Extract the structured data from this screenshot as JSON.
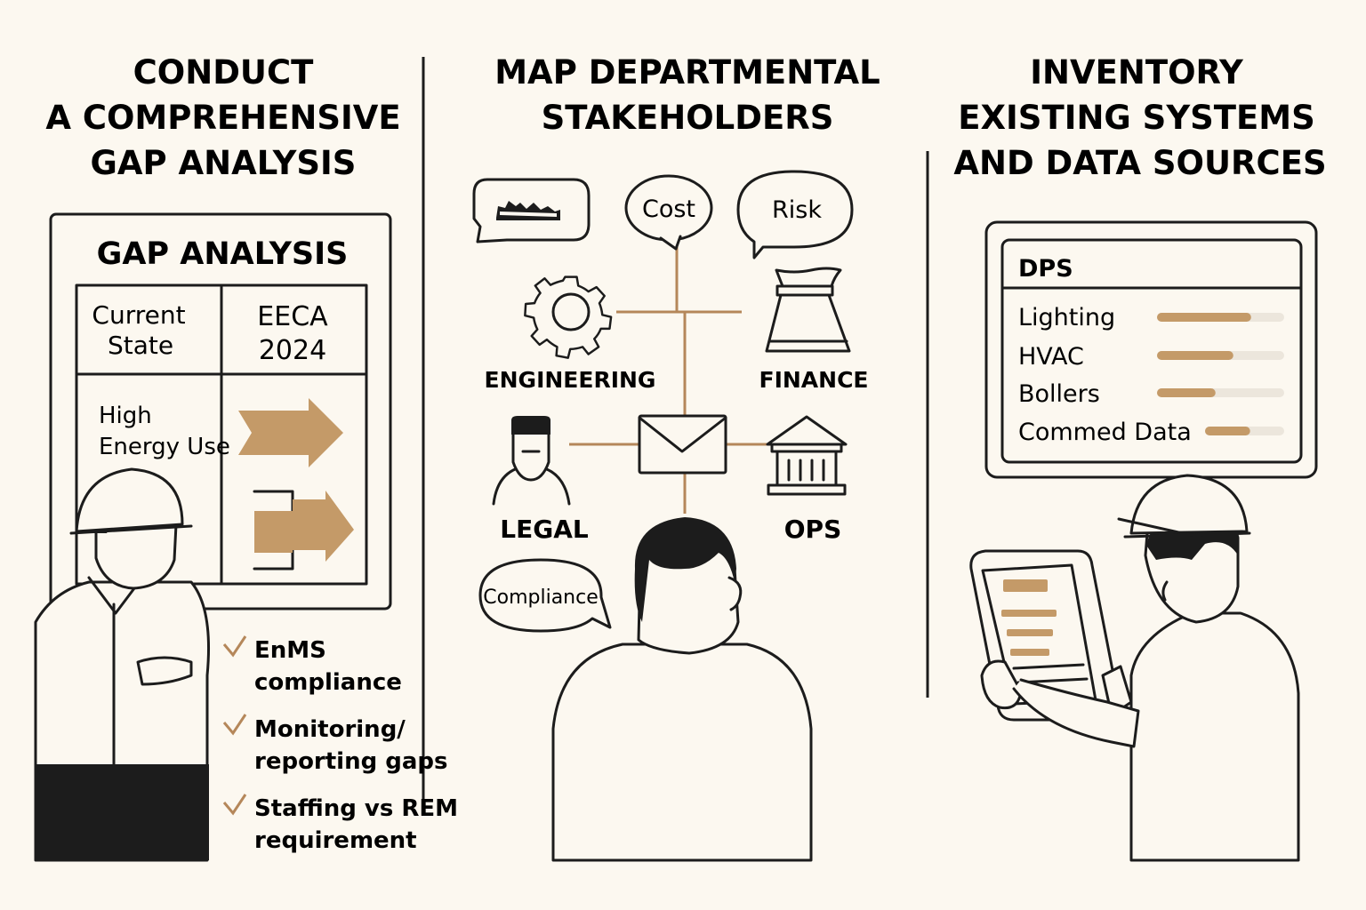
{
  "colors": {
    "ink": "#1c1c1c",
    "accent": "#c49a68",
    "paper": "#fcf8f0",
    "track": "#ece6dc"
  },
  "panel1": {
    "title": [
      "CONDUCT",
      "A COMPREHENSIVE",
      "GAP ANALYSIS"
    ],
    "board_title": "GAP ANALYSIS",
    "col_current": [
      "Current",
      "State"
    ],
    "col_target": [
      "EECA",
      "2024"
    ],
    "row_label": [
      "High",
      "Energy Use"
    ],
    "checklist": [
      {
        "lines": [
          "EnMS",
          "compliance"
        ]
      },
      {
        "lines": [
          "Monitoring/",
          "reporting gaps"
        ]
      },
      {
        "lines": [
          "Staffing vs REM",
          "requirement"
        ]
      }
    ]
  },
  "panel2": {
    "title": [
      "MAP DEPARTMENTAL",
      "STAKEHOLDERS"
    ],
    "bubble_cost": "Cost",
    "bubble_risk": "Risk",
    "bubble_compliance": "Compliance",
    "dept_engineering": "ENGINEERING",
    "dept_finance": "FINANCE",
    "dept_legal": "LEGAL",
    "dept_ops": "OPS"
  },
  "panel3": {
    "title": [
      "INVENTORY",
      "EXISTING SYSTEMS",
      "AND DATA SOURCES"
    ],
    "screen_title": "DPS",
    "systems": [
      {
        "label": "Lighting",
        "level": 0.74
      },
      {
        "label": "HVAC",
        "level": 0.6
      },
      {
        "label": "Bollers",
        "level": 0.46
      },
      {
        "label": "Commed Data",
        "level": 0.57
      }
    ]
  }
}
